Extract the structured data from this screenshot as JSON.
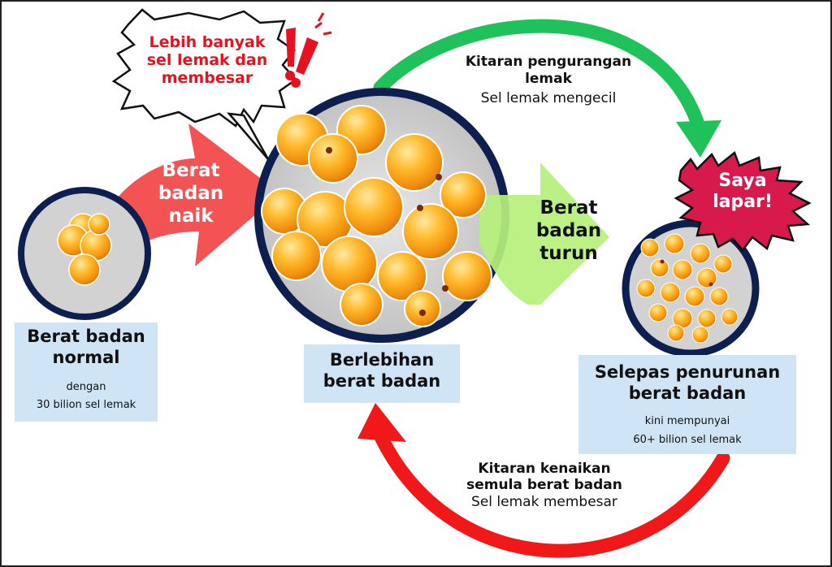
{
  "stages": {
    "normal": {
      "title": "Berat badan normal",
      "line1": "dengan",
      "line2": "30 bilion sel lemak"
    },
    "overweight": {
      "title": "Berlebihan berat badan"
    },
    "after_loss": {
      "title": "Selepas penurunan berat badan",
      "line1": "kini mempunyai",
      "line2": "60+ bilion sel lemak"
    }
  },
  "arrows": {
    "gain": {
      "line1": "Berat",
      "line2": "badan",
      "line3": "naik"
    },
    "loss": {
      "line1": "Berat",
      "line2": "badan",
      "line3": "turun"
    }
  },
  "cycles": {
    "fat_reduction": {
      "title_line1": "Kitaran pengurangan",
      "title_line2": "lemak",
      "subtitle": "Sel lemak mengecil"
    },
    "regain": {
      "title_line1": "Kitaran kenaikan",
      "title_line2": "semula berat badan",
      "subtitle": "Sel lemak membesar"
    }
  },
  "callouts": {
    "more_cells": {
      "line1": "Lebih banyak",
      "line2": "sel lemak dan",
      "line3": "membesar"
    },
    "hungry": {
      "line1": "Saya",
      "line2": "lapar!"
    }
  },
  "colors": {
    "circle_border": "#0d1f4f",
    "gain_arrow": "#f24a4a",
    "loss_arrow": "#b6f07c",
    "green_cycle": "#1fc25a",
    "red_cycle": "#f01818",
    "label_box": "#cfe4f4",
    "callout_red": "#e8121f",
    "hungry_fill": "#d8194b"
  }
}
